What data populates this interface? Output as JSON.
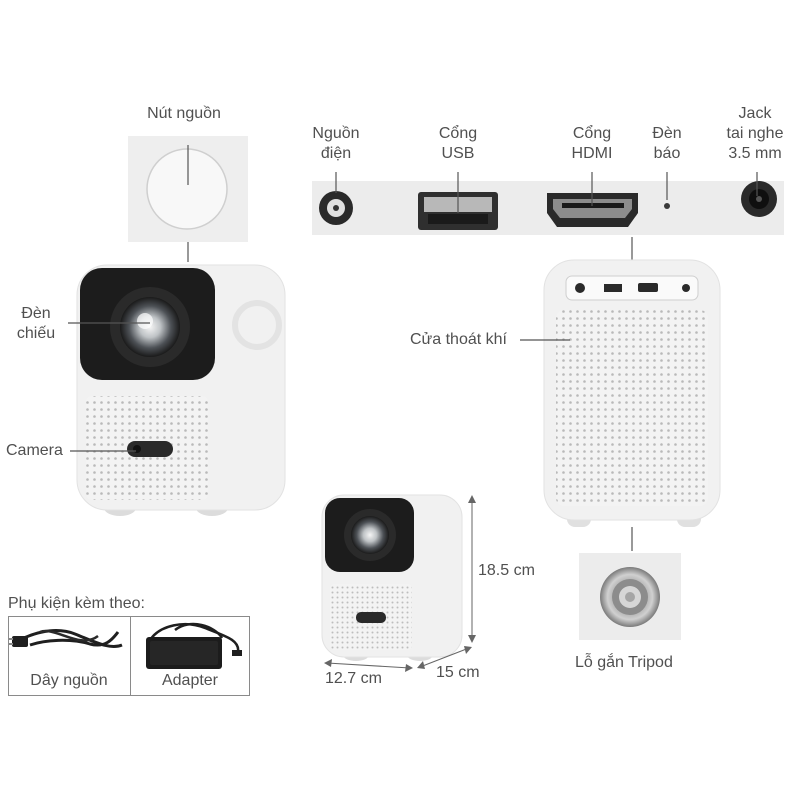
{
  "labels": {
    "power_button": "Nút nguồn",
    "power_input": [
      "Nguồn",
      "điện"
    ],
    "usb_port": [
      "Cổng",
      "USB"
    ],
    "hdmi_port": [
      "Cổng",
      "HDMI"
    ],
    "indicator_light": [
      "Đèn",
      "báo"
    ],
    "headphone_jack": [
      "Jack",
      "tai nghe",
      "3.5 mm"
    ],
    "projection_lamp": [
      "Đèn",
      "chiếu"
    ],
    "camera": "Camera",
    "air_vent": "Cửa thoát khí",
    "tripod_mount": "Lỗ gắn Tripod"
  },
  "dimensions": {
    "height": "18.5 cm",
    "width": "12.7 cm",
    "depth": "15 cm"
  },
  "accessories": {
    "title": "Phụ kiện kèm theo:",
    "items": [
      {
        "label": "Dây nguồn"
      },
      {
        "label": "Adapter"
      }
    ]
  },
  "brand": {
    "body_color": "#f1f1f1",
    "face_color": "#1c1c1c",
    "port_strip_color": "#ececec"
  }
}
